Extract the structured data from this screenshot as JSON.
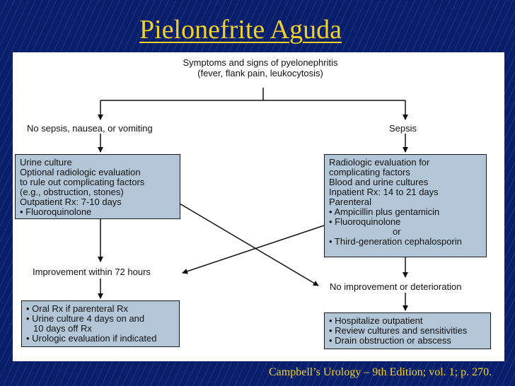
{
  "title": "Pielonefrite Aguda",
  "top": {
    "line1": "Symptoms and signs of pyelonephritis",
    "line2": "(fever, flank pain, leukocytosis)"
  },
  "left_branch_label": "No sepsis, nausea, or vomiting",
  "right_branch_label": "Sepsis",
  "left_box": [
    "Urine culture",
    "Optional radiologic evaluation",
    "to rule out complicating factors",
    "(e.g., obstruction, stones)",
    "Outpatient Rx: 7-10 days",
    "• Fluoroquinolone"
  ],
  "right_box": [
    "Radiologic evaluation for",
    "complicating factors",
    "Blood and urine cultures",
    "Inpatient Rx: 14 to 21 days",
    "Parenteral",
    "• Ampicillin plus gentamicin",
    "• Fluoroquinolone",
    "or",
    "• Third-generation cephalosporin"
  ],
  "improvement_label": "Improvement within 72 hours",
  "no_improvement_label": "No improvement or deterioration",
  "bottom_left_box": [
    "• Oral Rx if parenteral Rx",
    "• Urine culture 4 days on and",
    "10 days off Rx",
    "• Urologic evaluation if indicated"
  ],
  "bottom_right_box": [
    "• Hospitalize outpatient",
    "• Review cultures and sensitivities",
    "• Drain obstruction or abscess"
  ],
  "source": "Campbell’s Urology – 9th Edition; vol. 1; p. 270.",
  "colors": {
    "background": "#0a1f6b",
    "title": "#f2d12a",
    "box_fill": "#b3c6d8"
  }
}
